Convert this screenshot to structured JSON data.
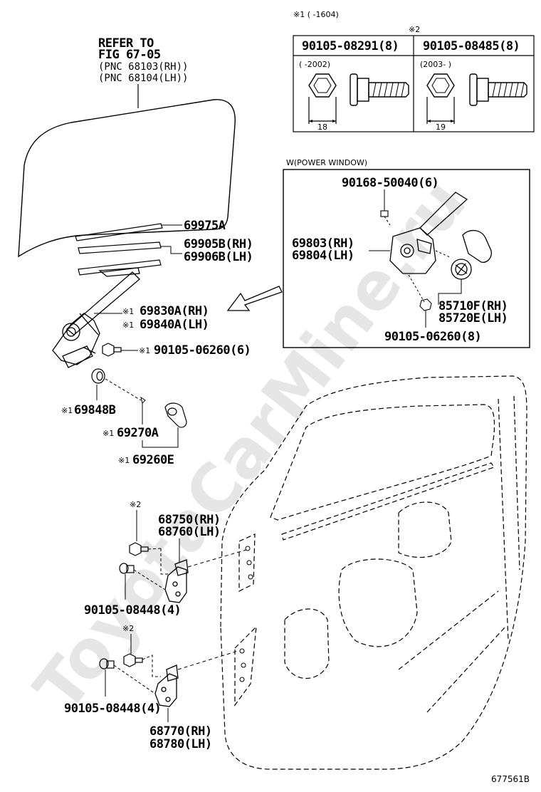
{
  "watermark": "ToyotaCarMine.ru",
  "header_note": "※1 (     -1604)",
  "bolt_table": {
    "mark": "※2",
    "col1_part": "90105-08291(8)",
    "col2_part": "90105-08485(8)",
    "col1_range": "(     -2002)",
    "col2_range": "(2003-     )",
    "col1_size": "18",
    "col2_size": "19"
  },
  "glass_ref": {
    "line1": "REFER TO",
    "line2": "FIG 67-05",
    "line3": "(PNC 68103(RH))",
    "line4": "(PNC 68104(LH))"
  },
  "power_window": {
    "title": "W(POWER WINDOW)",
    "bolt_top": "90168-50040(6)",
    "regulator_rh": "69803(RH)",
    "regulator_lh": "69804(LH)",
    "motor_rh": "85710F(RH)",
    "motor_lh": "85720E(LH)",
    "bolt_bottom": "90105-06260(8)"
  },
  "parts": {
    "run_channel": "69975A",
    "weatherstrip_rh": "69905B(RH)",
    "weatherstrip_lh": "69906B(LH)",
    "manual_reg_rh": "69830A(RH)",
    "manual_reg_lh": "69840A(LH)",
    "reg_bolt": "90105-06260(6)",
    "washer": "69848B",
    "handle_clip": "69270A",
    "handle_assy": "69260E",
    "upper_hinge_rh": "68750(RH)",
    "upper_hinge_lh": "68760(LH)",
    "upper_hinge_bolt": "90105-08448(4)",
    "lower_hinge_bolt": "90105-08448(4)",
    "lower_hinge_rh": "68770(RH)",
    "lower_hinge_lh": "68780(LH)"
  },
  "marks": {
    "m1": "※1",
    "m2": "※2"
  },
  "figure_id": "677561B"
}
